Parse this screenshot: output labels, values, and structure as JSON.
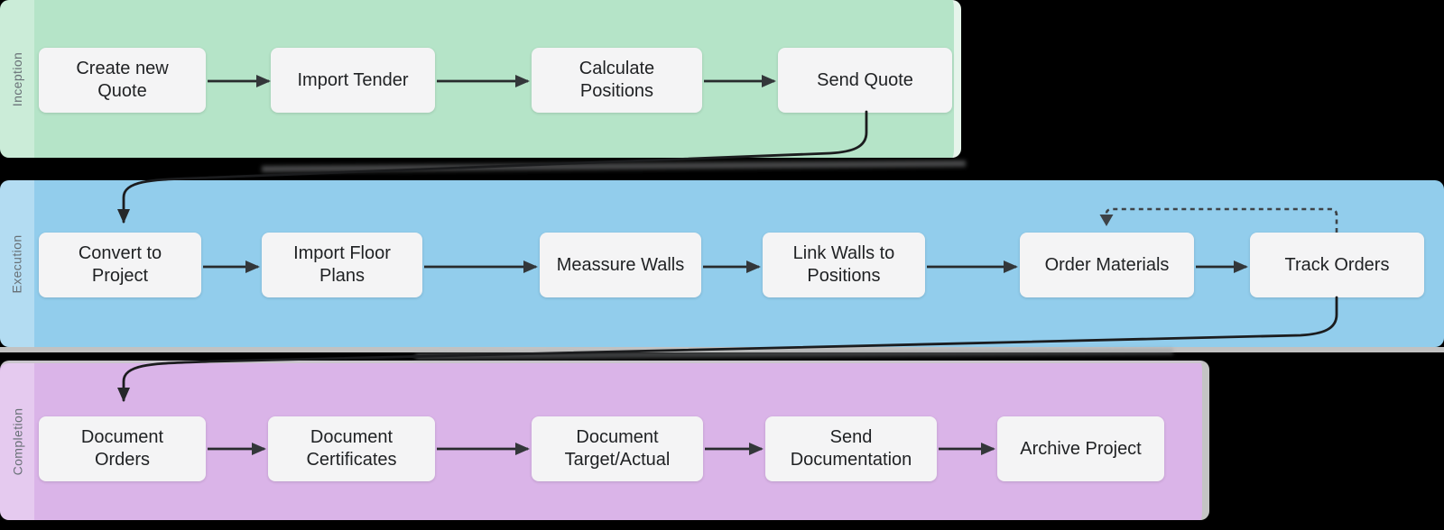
{
  "diagram": {
    "type": "swimlane-flowchart",
    "background_color": "#000000",
    "node_fill": "#f4f4f5",
    "node_text_color": "#1f2123",
    "lane_label_color": "#687076",
    "arrow_color": "#282b2d",
    "connector_color": "#1b1c1e",
    "feedback_connector_color": "#3e4347",
    "lanes": [
      {
        "id": "inception",
        "label": "Inception",
        "color": "#b5e4c8",
        "nodes": [
          {
            "label": "Create new\nQuote"
          },
          {
            "label": "Import Tender"
          },
          {
            "label": "Calculate\nPositions"
          },
          {
            "label": "Send Quote"
          }
        ]
      },
      {
        "id": "execution",
        "label": "Execution",
        "color": "#92cdec",
        "nodes": [
          {
            "label": "Convert to\nProject"
          },
          {
            "label": "Import Floor\nPlans"
          },
          {
            "label": "Meassure Walls"
          },
          {
            "label": "Link Walls to\nPositions"
          },
          {
            "label": "Order Materials"
          },
          {
            "label": "Track Orders"
          }
        ]
      },
      {
        "id": "completion",
        "label": "Completion",
        "color": "#dab4e8",
        "nodes": [
          {
            "label": "Document\nOrders"
          },
          {
            "label": "Document\nCertificates"
          },
          {
            "label": "Document\nTarget/Actual"
          },
          {
            "label": "Send\nDocumentation"
          },
          {
            "label": "Archive Project"
          }
        ]
      }
    ],
    "edges": [
      {
        "from": "Create new Quote",
        "to": "Import Tender",
        "style": "solid"
      },
      {
        "from": "Import Tender",
        "to": "Calculate Positions",
        "style": "solid"
      },
      {
        "from": "Calculate Positions",
        "to": "Send Quote",
        "style": "solid"
      },
      {
        "from": "Send Quote",
        "to": "Convert to Project",
        "style": "solid-curved"
      },
      {
        "from": "Convert to Project",
        "to": "Import Floor Plans",
        "style": "solid"
      },
      {
        "from": "Import Floor Plans",
        "to": "Meassure Walls",
        "style": "solid"
      },
      {
        "from": "Meassure Walls",
        "to": "Link Walls to Positions",
        "style": "solid"
      },
      {
        "from": "Link Walls to Positions",
        "to": "Order Materials",
        "style": "solid"
      },
      {
        "from": "Order Materials",
        "to": "Track Orders",
        "style": "solid"
      },
      {
        "from": "Track Orders",
        "to": "Order Materials",
        "style": "dashed-feedback"
      },
      {
        "from": "Track Orders",
        "to": "Document Orders",
        "style": "solid-curved"
      },
      {
        "from": "Document Orders",
        "to": "Document Certificates",
        "style": "solid"
      },
      {
        "from": "Document Certificates",
        "to": "Document Target/Actual",
        "style": "solid"
      },
      {
        "from": "Document Target/Actual",
        "to": "Send Documentation",
        "style": "solid"
      },
      {
        "from": "Send Documentation",
        "to": "Archive Project",
        "style": "solid"
      }
    ]
  }
}
